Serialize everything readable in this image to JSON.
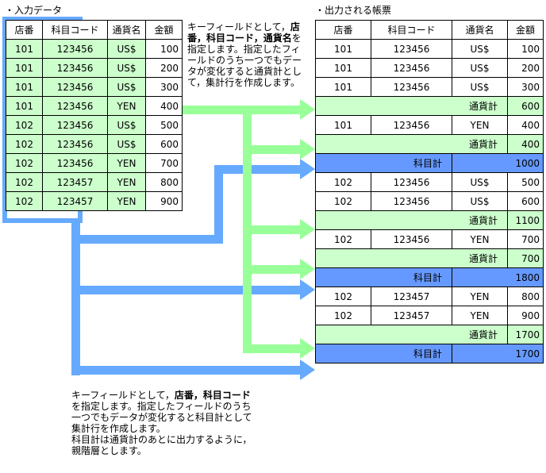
{
  "input": {
    "title": "・入力データ",
    "headers": [
      "店番",
      "科目コード",
      "通貨名",
      "金額"
    ],
    "rows": [
      [
        "101",
        "123456",
        "US$",
        "100"
      ],
      [
        "101",
        "123456",
        "US$",
        "200"
      ],
      [
        "101",
        "123456",
        "US$",
        "300"
      ],
      [
        "101",
        "123456",
        "YEN",
        "400"
      ],
      [
        "102",
        "123456",
        "US$",
        "500"
      ],
      [
        "102",
        "123456",
        "US$",
        "600"
      ],
      [
        "102",
        "123456",
        "YEN",
        "700"
      ],
      [
        "102",
        "123457",
        "YEN",
        "800"
      ],
      [
        "102",
        "123457",
        "YEN",
        "900"
      ]
    ]
  },
  "output": {
    "title": "・出力される帳票",
    "headers": [
      "店番",
      "科目コード",
      "通貨名",
      "金額"
    ],
    "rows": [
      {
        "type": "data",
        "cells": [
          "101",
          "123456",
          "US$",
          "100"
        ]
      },
      {
        "type": "data",
        "cells": [
          "101",
          "123456",
          "US$",
          "200"
        ]
      },
      {
        "type": "data",
        "cells": [
          "101",
          "123456",
          "US$",
          "300"
        ]
      },
      {
        "type": "currency_total",
        "label": "通貨計",
        "value": "600"
      },
      {
        "type": "data",
        "cells": [
          "101",
          "123456",
          "YEN",
          "400"
        ]
      },
      {
        "type": "currency_total",
        "label": "通貨計",
        "value": "400"
      },
      {
        "type": "subject_total",
        "label": "科目計",
        "value": "1000"
      },
      {
        "type": "data",
        "cells": [
          "102",
          "123456",
          "US$",
          "500"
        ]
      },
      {
        "type": "data",
        "cells": [
          "102",
          "123456",
          "US$",
          "600"
        ]
      },
      {
        "type": "currency_total",
        "label": "通貨計",
        "value": "1100"
      },
      {
        "type": "data",
        "cells": [
          "102",
          "123456",
          "YEN",
          "700"
        ]
      },
      {
        "type": "currency_total",
        "label": "通貨計",
        "value": "700"
      },
      {
        "type": "subject_total",
        "label": "科目計",
        "value": "1800"
      },
      {
        "type": "data",
        "cells": [
          "102",
          "123457",
          "YEN",
          "800"
        ]
      },
      {
        "type": "data",
        "cells": [
          "102",
          "123457",
          "YEN",
          "900"
        ]
      },
      {
        "type": "currency_total",
        "label": "通貨計",
        "value": "1700"
      },
      {
        "type": "subject_total",
        "label": "科目計",
        "value": "1700"
      }
    ]
  },
  "note_green": {
    "lines": [
      [
        {
          "t": "キーフィールドとして，"
        },
        {
          "t": "店",
          "b": true
        }
      ],
      [
        {
          "t": "番，科目コード，通貨名",
          "b": true
        },
        {
          "t": "を"
        }
      ],
      [
        {
          "t": "指定します。指定したフィ"
        }
      ],
      [
        {
          "t": "ールドのうち一つでもデー"
        }
      ],
      [
        {
          "t": "タが変化すると通貨計とし"
        }
      ],
      [
        {
          "t": "て，集計行を作成します。"
        }
      ]
    ]
  },
  "note_blue": {
    "lines": [
      [
        {
          "t": "キーフィールドとして，"
        },
        {
          "t": "店番，科目コード",
          "b": true
        }
      ],
      [
        {
          "t": "を指定します。指定したフィールドのうち"
        }
      ],
      [
        {
          "t": "一つでもデータが変化すると科目計として"
        }
      ],
      [
        {
          "t": "集計行を作成します。"
        }
      ],
      [
        {
          "t": "科目計は通貨計のあとに出力するように，"
        }
      ],
      [
        {
          "t": "親階層とします。"
        }
      ]
    ]
  },
  "colors": {
    "green_arrow": "#99ff99",
    "blue_arrow": "#66aaff",
    "currency_row": "#ccffcc",
    "subject_row": "#6699ff"
  }
}
